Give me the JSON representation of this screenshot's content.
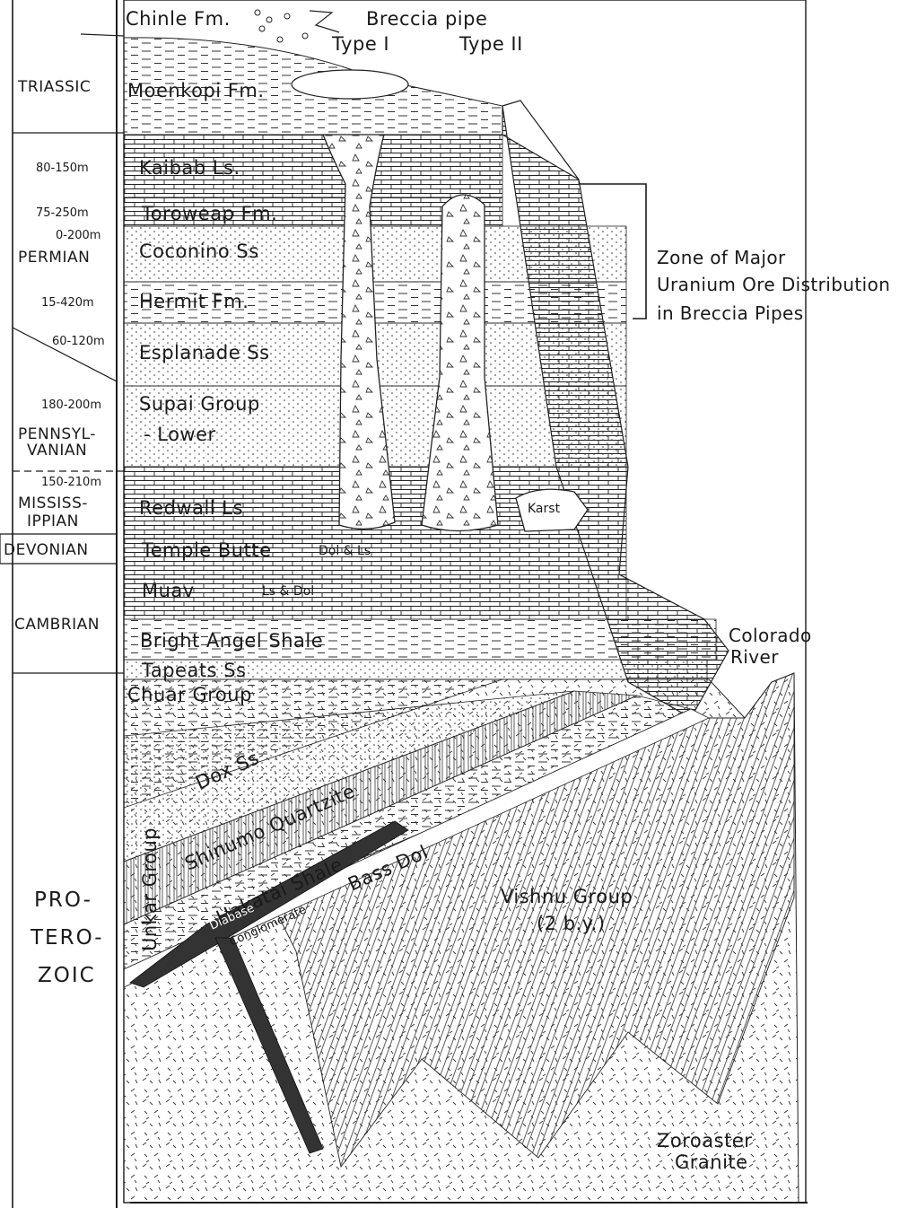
{
  "header": {
    "chinle": "Chinle Fm.",
    "breccia_pipe": "Breccia pipe",
    "type1": "Type I",
    "type2": "Type II"
  },
  "periods": {
    "triassic": "TRIASSIC",
    "permian": "PERMIAN",
    "pennsylvanian_1": "PENNSYL-",
    "pennsylvanian_2": "VANIAN",
    "mississippian_1": "MISSISS-",
    "mississippian_2": "IPPIAN",
    "devonian": "DEVONIAN",
    "cambrian": "CAMBRIAN",
    "proterozoic_1": "PRO-",
    "proterozoic_2": "TERO-",
    "proterozoic_3": "ZOIC"
  },
  "thicknesses": {
    "kaibab": "80-150m",
    "toroweap": "75-250m",
    "coconino": "0-200m",
    "hermit": "15-420m",
    "esplanade": "60-120m",
    "supai": "180-200m",
    "redwall": "150-210m"
  },
  "formations": {
    "moenkopi": "Moenkopi Fm.",
    "kaibab": "Kaibab Ls.",
    "toroweap": "Toroweap Fm.",
    "coconino": "Coconino Ss",
    "hermit": "Hermit Fm.",
    "esplanade": "Esplanade Ss",
    "supai": "Supai Group",
    "lower": "- Lower",
    "redwall": "Redwall Ls",
    "karst": "Karst",
    "temple_butte": "Temple Butte",
    "dol_ls": "Dol & Ls",
    "muav": "Muav",
    "ls_dol": "Ls & Dol",
    "bright_angel": "Bright Angel Shale",
    "tapeats": "Tapeats Ss",
    "chuar": "Chuar Group",
    "unkar": "Unkar Group",
    "dox": "Dox Ss",
    "shinumo": "Shinumo Quartzite",
    "hakatai": "Hakatai Shale",
    "bass": "Bass Dol",
    "diabase": "Diabase",
    "conglomerate": "Conglomerate",
    "vishnu": "Vishnu Group",
    "vishnu_age": "(2 b.y.)",
    "zoroaster_1": "Zoroaster",
    "zoroaster_2": "Granite"
  },
  "annotations": {
    "zone_1": "Zone of Major",
    "zone_2": "Uranium Ore Distribution",
    "zone_3": "in Breccia Pipes",
    "colorado_1": "Colorado",
    "colorado_2": "River"
  },
  "colors": {
    "ink": "#1a1a1a",
    "paper": "#ffffff"
  }
}
